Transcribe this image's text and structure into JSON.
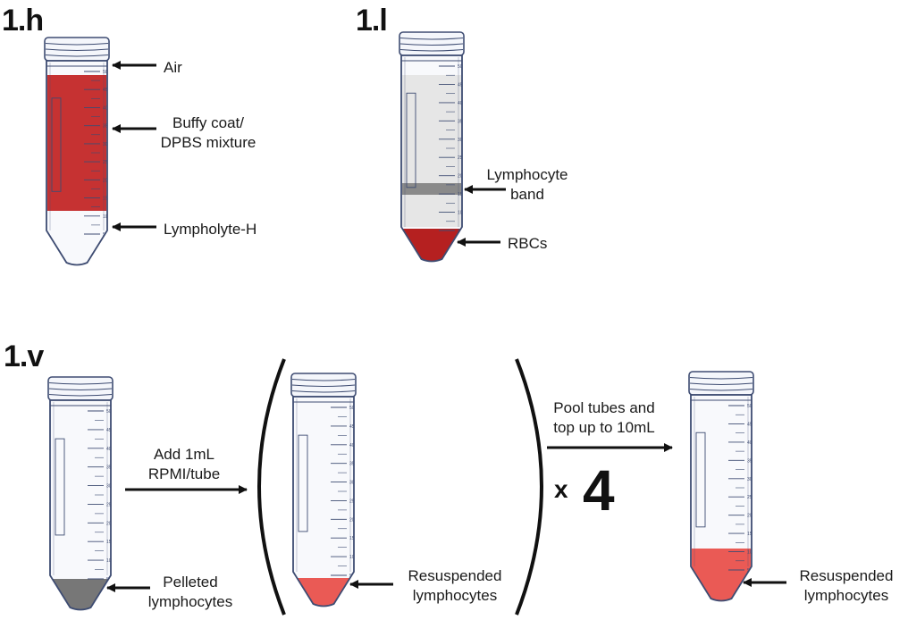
{
  "steps": {
    "h": "1.h",
    "l": "1.l",
    "v": "1.v"
  },
  "labels_h": {
    "air": "Air",
    "buffy_line1": "Buffy coat/",
    "buffy_line2": "DPBS mixture",
    "lympholyte": "Lympholyte-H"
  },
  "labels_l": {
    "band_line1": "Lymphocyte",
    "band_line2": "band",
    "rbcs": "RBCs"
  },
  "labels_v": {
    "pelleted_line1": "Pelleted",
    "pelleted_line2": "lymphocytes",
    "add_line1": "Add 1mL",
    "add_line2": "RPMI/tube",
    "resusp1_line1": "Resuspended",
    "resusp1_line2": "lymphocytes",
    "multiplier_x": "x",
    "multiplier_n": "4",
    "pool_line1": "Pool tubes and",
    "pool_line2": "top up to 10mL",
    "resusp2_line1": "Resuspended",
    "resusp2_line2": "lymphocytes"
  },
  "tube_scale": [
    "50",
    "45",
    "40",
    "35",
    "30",
    "25",
    "20",
    "15",
    "10",
    "5"
  ],
  "colors": {
    "red_dark": "#c63232",
    "red_rbc": "#b52020",
    "red_light": "#ea5a55",
    "grey_pellet": "#777777",
    "grey_band": "#8a8a8a",
    "grey_fill": "#e6e6e6",
    "tube_outline": "#3e4c72"
  }
}
